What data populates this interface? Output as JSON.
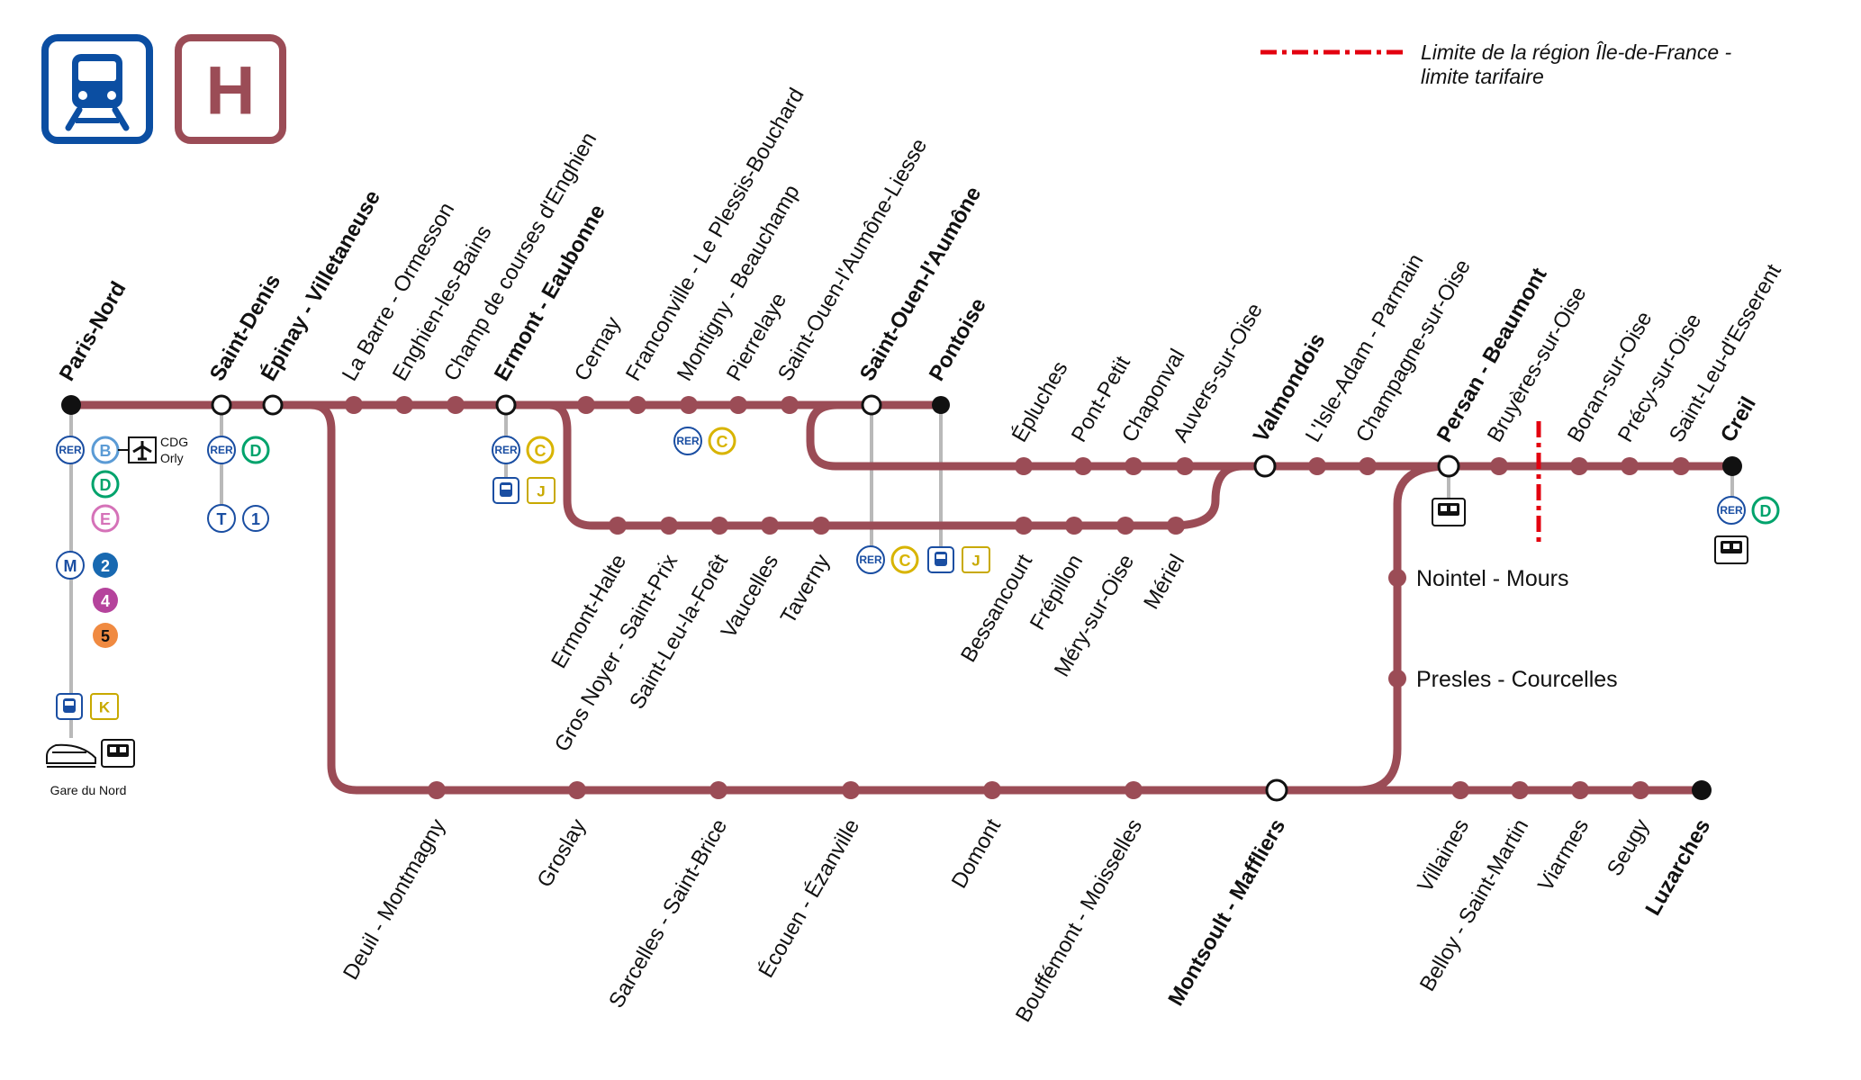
{
  "colors": {
    "line": "#9b4c56",
    "transilien_blue": "#0b4ea2",
    "limit_red": "#e3000f",
    "connector_grey": "#b9b9b9",
    "rer_b": "#5b9bd5",
    "rer_c": "#d8b400",
    "rer_d": "#00a36c",
    "rer_e": "#d572b8",
    "metro_2": "#1869b1",
    "metro_4": "#b5439c",
    "metro_5": "#f08a41",
    "line_j": "#c8a900",
    "line_k": "#c8a900"
  },
  "header": {
    "train_icon": "transilien-train-icon",
    "line_letter": "H"
  },
  "legend": {
    "line1": "Limite de la région Île-de-France -",
    "line2": "limite tarifaire"
  },
  "stations": {
    "paris_nord": "Paris-Nord",
    "saint_denis": "Saint-Denis",
    "epinay": "Épinay - Villetaneuse",
    "la_barre": "La Barre - Ormesson",
    "enghien": "Enghien-les-Bains",
    "champ_courses": "Champ de courses d'Enghien",
    "ermont_eaubonne": "Ermont - Eaubonne",
    "cernay": "Cernay",
    "franconville": "Franconville - Le Plessis-Bouchard",
    "montigny": "Montigny - Beauchamp",
    "pierrelaye": "Pierrelaye",
    "so_liesse": "Saint-Ouen-l'Aumône-Liesse",
    "so_aumone": "Saint-Ouen-l'Aumône",
    "pontoise": "Pontoise",
    "epluches": "Épluches",
    "pont_petit": "Pont-Petit",
    "chaponval": "Chaponval",
    "auvers": "Auvers-sur-Oise",
    "valmondois": "Valmondois",
    "lisle_adam": "L'Isle-Adam - Parmain",
    "champagne": "Champagne-sur-Oise",
    "persan": "Persan - Beaumont",
    "bruyeres": "Bruyères-sur-Oise",
    "boran": "Boran-sur-Oise",
    "precy": "Précy-sur-Oise",
    "saint_leu_esserent": "Saint-Leu-d'Esserent",
    "creil": "Creil",
    "ermont_halte": "Ermont-Halte",
    "gros_noyer": "Gros Noyer - Saint-Prix",
    "saint_leu_foret": "Saint-Leu-la-Forêt",
    "vaucelles": "Vaucelles",
    "taverny": "Taverny",
    "bessancourt": "Bessancourt",
    "frepillon": "Frépillon",
    "mery": "Méry-sur-Oise",
    "meriel": "Mériel",
    "nointel": "Nointel - Mours",
    "presles": "Presles - Courcelles",
    "deuil": "Deuil - Montmagny",
    "groslay": "Groslay",
    "sarcelles": "Sarcelles - Saint-Brice",
    "ecouen": "Écouen - Ézanville",
    "domont": "Domont",
    "bouffemont": "Bouffémont - Moisselles",
    "montsoult": "Montsoult - Maffliers",
    "villaines": "Villaines",
    "belloy": "Belloy - Saint-Martin",
    "viarmes": "Viarmes",
    "seugy": "Seugy",
    "luzarches": "Luzarches"
  },
  "connections": {
    "rer": "RER",
    "metro": "M",
    "tram": "T",
    "b": "B",
    "c": "C",
    "d": "D",
    "e": "E",
    "j": "J",
    "k": "K",
    "one": "1",
    "two": "2",
    "four": "4",
    "five": "5",
    "cdg": "CDG",
    "orly": "Orly",
    "gare_du_nord": "Gare du Nord"
  }
}
